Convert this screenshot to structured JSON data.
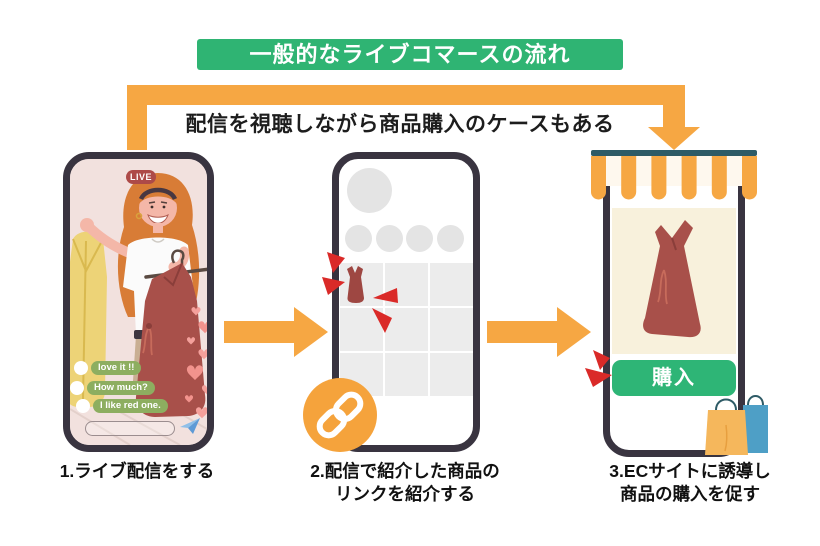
{
  "banner": {
    "title": "一般的なライブコマースの流れ"
  },
  "loop_note": "配信を視聴しながら商品購入のケースもある",
  "phones": {
    "live": {
      "badge": "LIVE",
      "chat_messages": [
        "love it !!",
        "How much?",
        "I like red one."
      ],
      "caption": "1.ライブ配信をする"
    },
    "link": {
      "caption_line1": "2.配信で紹介した商品の",
      "caption_line2": "リンクを紹介する"
    },
    "ec": {
      "buy_button": "購入",
      "caption_line1": "3.ECサイトに誘導し",
      "caption_line2": "商品の購入を促す"
    }
  },
  "colors": {
    "banner_green": "#2fb473",
    "buy_green": "#2eb576",
    "arrow_orange": "#f6a743",
    "chat_green": "#8dae60",
    "live_badge_red": "#ad4a48",
    "dress_red": "#a8504a",
    "alert_red": "#da2a28",
    "phone_border": "#393440",
    "awning_navy": "#2e5b66",
    "bag_blue": "#4e9fc6",
    "bag_orange": "#f5b75c",
    "screen_pink": "#f2e1de"
  }
}
